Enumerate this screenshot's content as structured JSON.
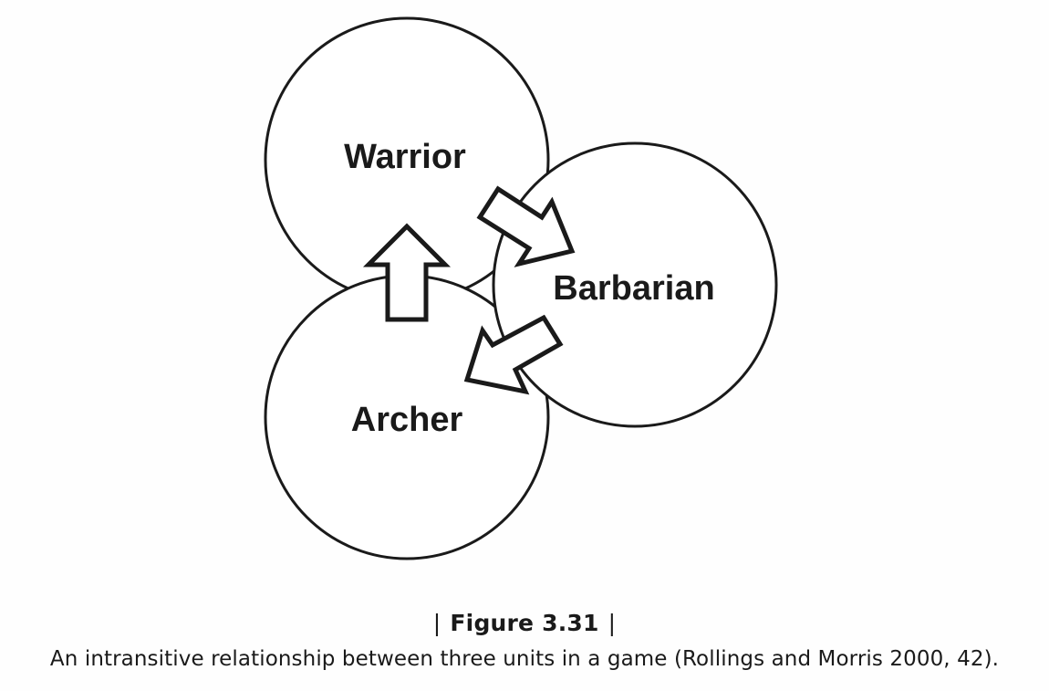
{
  "diagram": {
    "units": [
      {
        "label": "Warrior"
      },
      {
        "label": "Barbarian"
      },
      {
        "label": "Archer"
      }
    ]
  },
  "figure": {
    "number": "Figure 3.31",
    "caption": "An intransitive relationship between three units in a game (Rollings and Morris 2000, 42)."
  }
}
